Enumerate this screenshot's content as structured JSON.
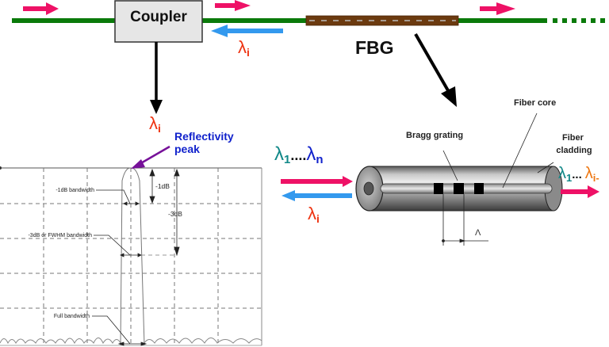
{
  "title": "Fiber Bragg Grating reflection principle",
  "coupler": {
    "label": "Coupler"
  },
  "fbg": {
    "label": "FBG"
  },
  "lambda_symbol": "λ",
  "labels": {
    "lambda_i_sub": "i",
    "lambda_1_sub": "1",
    "lambda_n_sub": "n",
    "lambda_i_minus_sub": "i-",
    "dots_long": "....",
    "dots_short": "...",
    "reflectivity_peak_line1": "Reflectivity",
    "reflectivity_peak_line2": "peak",
    "bragg_grating": "Bragg grating",
    "fiber_core": "Fiber core",
    "fiber_cladding_line1": "Fiber",
    "fiber_cladding_line2": "cladding",
    "grating_period": "Λ"
  },
  "spectrum": {
    "minus1db_bandwidth": "-1dB bandwidth",
    "minus3db_bandwidth": "-3dB or FWHM bandwidth",
    "full_bandwidth": "Full bandwidth",
    "minus1db": "-1dB",
    "minus3db": "-3dB"
  },
  "colors": {
    "fiber": "#0a7a0a",
    "fbg_body": "#6b3a0f",
    "forward_arrow": "#ee1166",
    "reflected_arrow": "#3399ee",
    "lambda_i": "#ee3311",
    "lambda_1": "#118888",
    "lambda_n": "#1122cc",
    "lambda_i_minus": "#ee7711",
    "peak_text": "#1122cc",
    "peak_arrow": "#771199"
  }
}
